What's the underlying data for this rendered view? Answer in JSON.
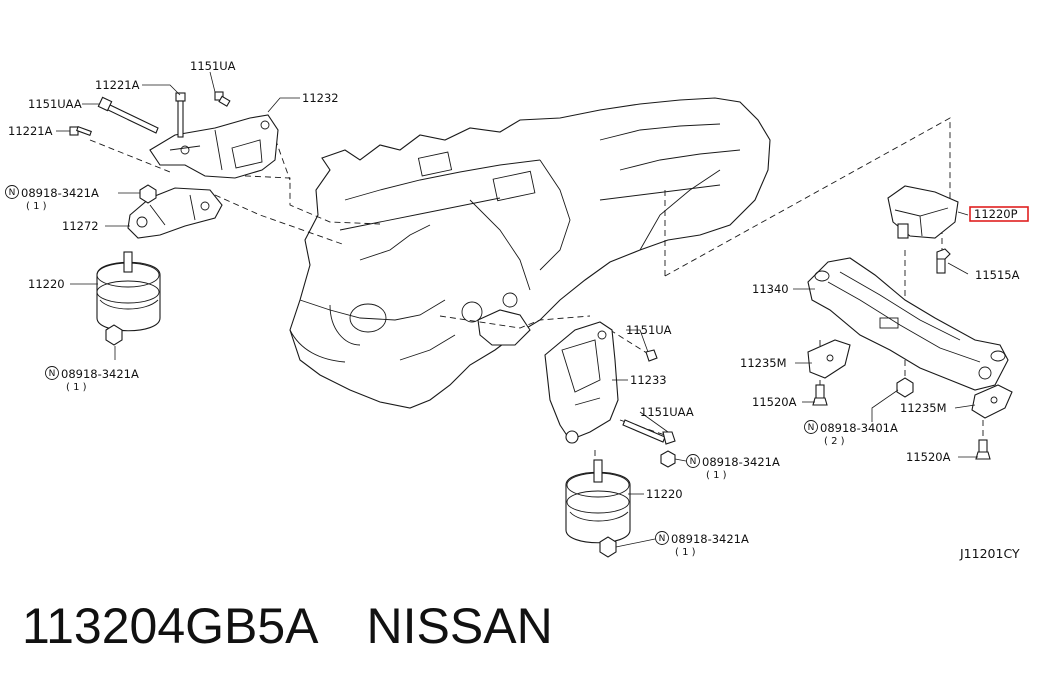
{
  "diagram": {
    "labels": {
      "l_11221A_top": "11221A",
      "l_1151UA_top": "1151UA",
      "l_1151UAA_left": "1151UAA",
      "l_11232": "11232",
      "l_11221A_left": "11221A",
      "l_08918_a": "08918-3421A",
      "l_08918_a_qty": "( 1 )",
      "l_11272": "11272",
      "l_11220_left": "11220",
      "l_08918_b": "08918-3421A",
      "l_08918_b_qty": "( 1 )",
      "l_1151UA_mid": "1151UA",
      "l_11233": "11233",
      "l_1151UAA_mid": "1151UAA",
      "l_08918_c": "08918-3421A",
      "l_08918_c_qty": "( 1 )",
      "l_11220_mid": "11220",
      "l_08918_d": "08918-3421A",
      "l_08918_d_qty": "( 1 )",
      "l_11220P": "11220P",
      "l_11515A": "11515A",
      "l_11340": "11340",
      "l_11235M_left": "11235M",
      "l_11520A_left": "11520A",
      "l_08918_e": "08918-3401A",
      "l_08918_e_qty": "( 2 )",
      "l_11235M_right": "11235M",
      "l_11520A_right": "11520A",
      "l_code": "J11201CY",
      "n_symbol": "N"
    },
    "highlight_color": "#e02020"
  },
  "caption": {
    "part_number": "113204GB5A",
    "brand": "NISSAN"
  }
}
